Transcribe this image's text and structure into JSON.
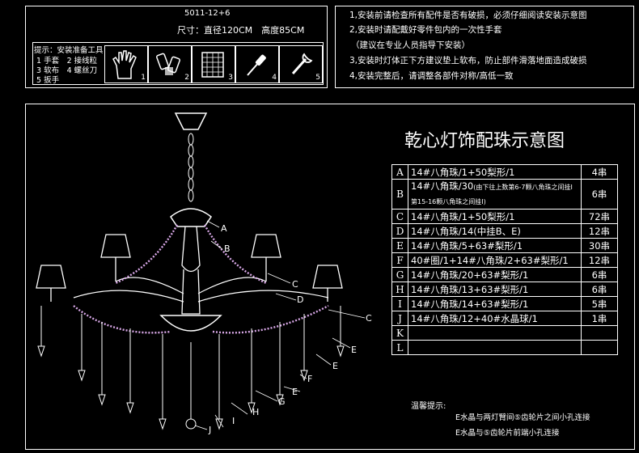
{
  "info": {
    "model": "5011-12+6",
    "size": "尺寸：直径120CM　高度85CM",
    "tools_title": "提示：安装准备工具",
    "tools_list": [
      "1 手套　2 接线粒",
      "3 软布　4 螺丝刀",
      "5 扳手"
    ],
    "tool_numbers": [
      "1",
      "2",
      "3",
      "4",
      "5"
    ],
    "tool_icons": [
      "glove-icon",
      "wire-connector-icon",
      "cloth-icon",
      "screwdriver-icon",
      "wrench-icon"
    ]
  },
  "notes": [
    "1,安装前请检查所有配件是否有破损，必须仔细阅读安装示意图",
    "2,安装时请配戴好零件包内的一次性手套",
    "（建议在专业人员指导下安装）",
    "3,安装时灯体正下方建议垫上软布，防止部件滑落地面造成破损",
    "4,安装完整后，请调整各部件对称/高低一致"
  ],
  "title": "乾心灯饰配珠示意图",
  "parts": [
    {
      "key": "A",
      "desc": "14#八角珠/1+50梨形/1",
      "qty": "4串"
    },
    {
      "key": "B",
      "desc": "14#八角珠/30",
      "note": "(由下往上数第6-7颗八角珠之间挂I 第15-16颗八角珠之间挂I)",
      "qty": "6串"
    },
    {
      "key": "C",
      "desc": "14#八角珠/1+50梨形/1",
      "qty": "72串"
    },
    {
      "key": "D",
      "desc": "14#八角珠/14(中挂B、E)",
      "qty": "12串"
    },
    {
      "key": "E",
      "desc": "14#八角珠/5+63#梨形/1",
      "qty": "30串"
    },
    {
      "key": "F",
      "desc": "40#圈/1+14#八角珠/2+63#梨形/1",
      "qty": "12串"
    },
    {
      "key": "G",
      "desc": "14#八角珠/20+63#梨形/1",
      "qty": "6串"
    },
    {
      "key": "H",
      "desc": "14#八角珠/13+63#梨形/1",
      "qty": "6串"
    },
    {
      "key": "I",
      "desc": "14#八角珠/14+63#梨形/1",
      "qty": "5串"
    },
    {
      "key": "J",
      "desc": "14#八角珠/12+40#水晶球/1",
      "qty": "1串"
    },
    {
      "key": "K",
      "desc": "",
      "qty": ""
    },
    {
      "key": "L",
      "desc": "",
      "qty": ""
    }
  ],
  "tips": {
    "title": "温馨提示:",
    "lines": [
      "E水晶与两灯臂间⑤齿轮片之间小孔连接",
      "E水晶与⑤齿轮片前端小孔连接"
    ]
  },
  "labels": [
    "A",
    "B",
    "C",
    "C",
    "D",
    "E",
    "E",
    "E",
    "F",
    "G",
    "H",
    "I",
    "J"
  ]
}
